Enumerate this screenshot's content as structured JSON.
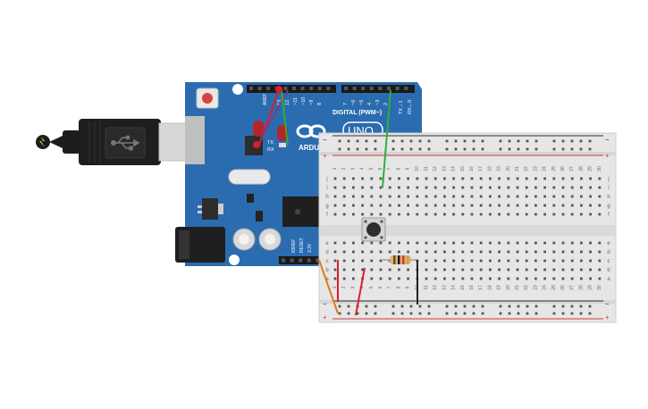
{
  "board": {
    "brand_label": "ARDU",
    "model_label": "UNO",
    "digital_label": "DIGITAL (PWM~)",
    "tx_label": "TX",
    "rx_label": "RX",
    "ioref_label": "IOREF",
    "reset_label": "RESET",
    "v33_label": "3.3V",
    "aref_label": "AREF",
    "txrx_labels": [
      "TX→1",
      "RX←0"
    ],
    "pin_numbers": [
      "13",
      "12",
      "~11",
      "~10",
      "~9",
      "8",
      "7",
      "~6",
      "~5",
      "4",
      "~3",
      "2"
    ]
  },
  "breadboard": {
    "columns": [
      "1",
      "2",
      "3",
      "4",
      "5",
      "6",
      "7",
      "8",
      "9",
      "10",
      "11",
      "12",
      "13",
      "14",
      "15",
      "16",
      "17",
      "18",
      "19",
      "20",
      "21",
      "22",
      "23",
      "24",
      "25",
      "26",
      "27",
      "28",
      "29",
      "30"
    ],
    "rows_top": [
      "j",
      "i",
      "h",
      "g",
      "f"
    ],
    "rows_bottom": [
      "e",
      "d",
      "c",
      "b",
      "a"
    ],
    "rail_minus": "−",
    "rail_plus": "+"
  },
  "colors": {
    "board": "#2b6cb0",
    "board_dark": "#1f5a98",
    "breadboard": "#e6e6e6",
    "rail_red": "#d23a3a",
    "rail_black": "#333333",
    "wire_green": "#2fae3a",
    "wire_red": "#d81f2a",
    "wire_orange": "#e07b1a",
    "wire_black": "#222222",
    "led_red": "#c8202a"
  },
  "icons": [
    "usb-icon",
    "arduino-infinity-logo"
  ]
}
